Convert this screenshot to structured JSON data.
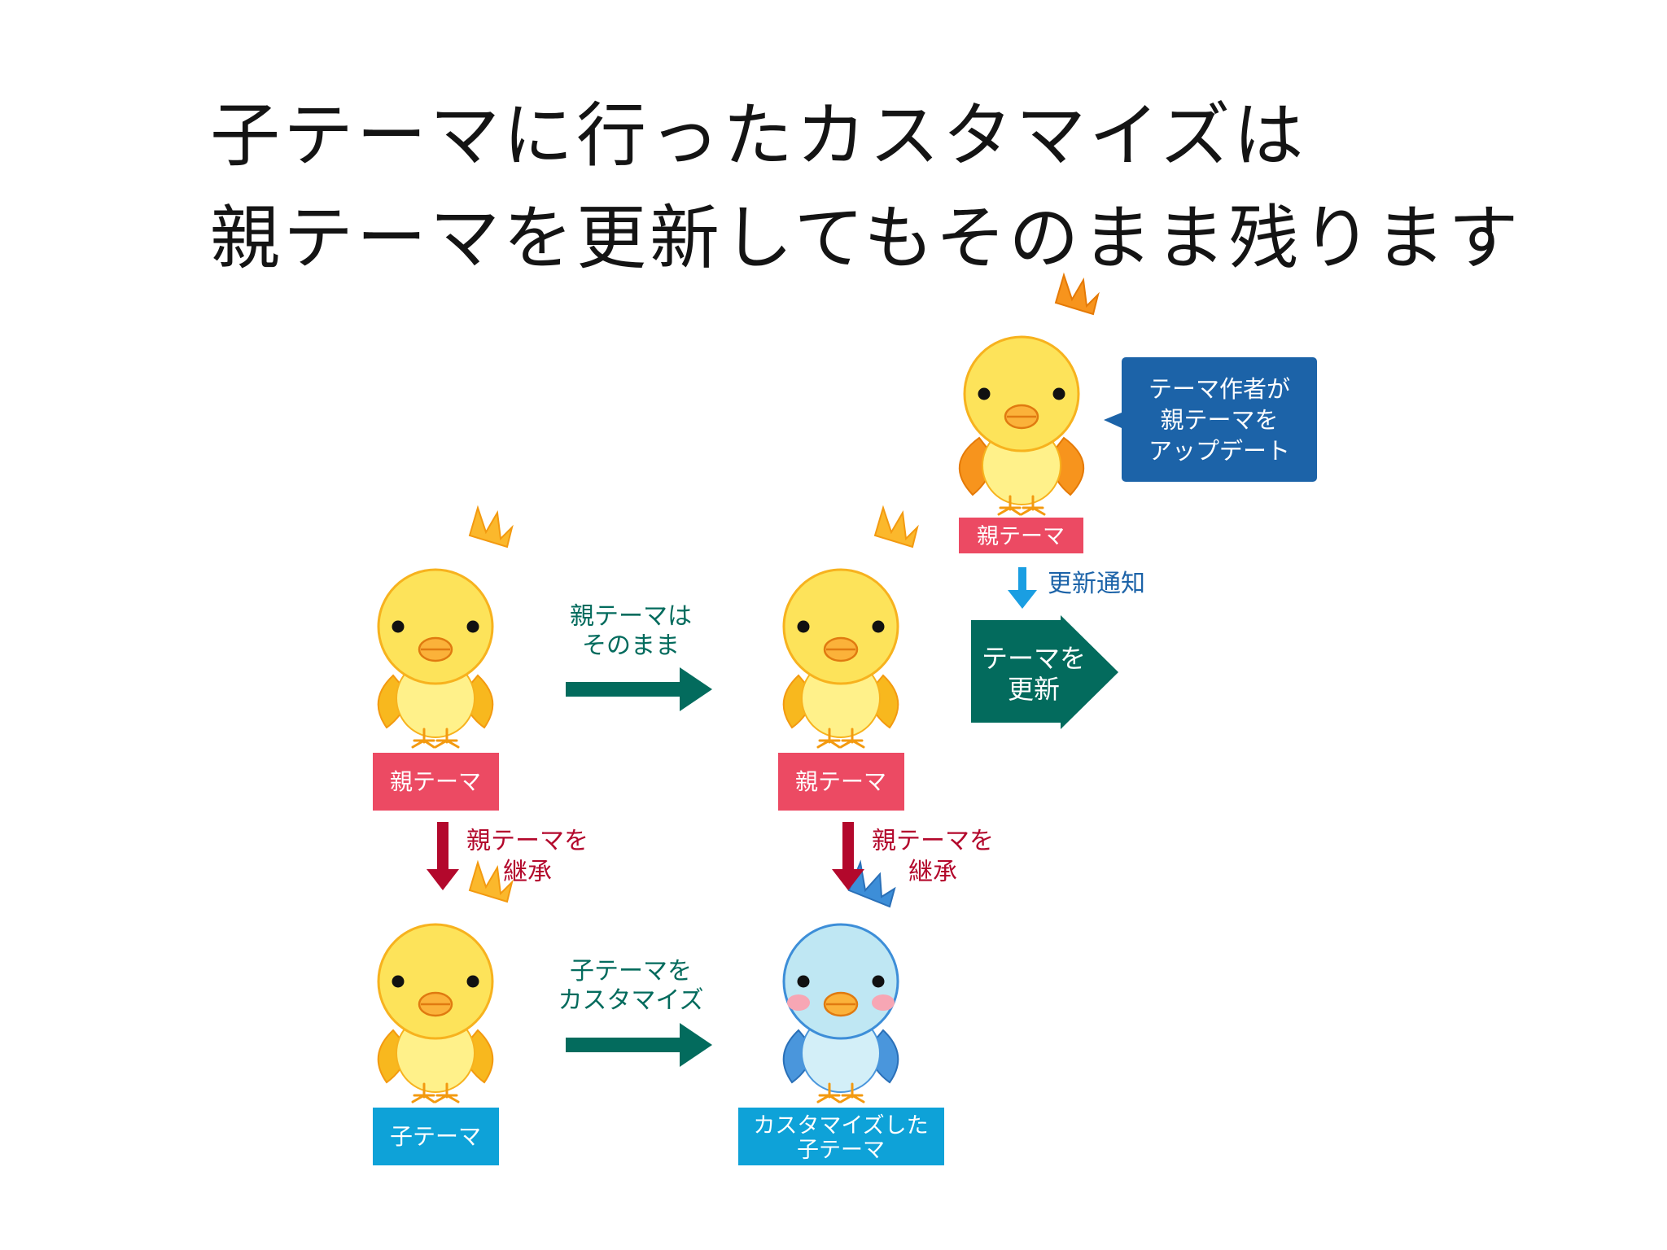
{
  "title": {
    "line1": "子テーマに行ったカスタマイズは",
    "line2": "親テーマを更新してもそのまま残ります"
  },
  "labels": {
    "parent_left": "親テーマ",
    "parent_mid": "親テーマ",
    "parent_top": "親テーマ",
    "child": "子テーマ",
    "custom_child_line1": "カスタマイズした",
    "custom_child_line2": "子テーマ"
  },
  "arrows": {
    "stays_line1": "親テーマは",
    "stays_line2": "そのまま",
    "customize_line1": "子テーマを",
    "customize_line2": "カスタマイズ",
    "inherit_left_line1": "親テーマを",
    "inherit_left_line2": "継承",
    "inherit_right_line1": "親テーマを",
    "inherit_right_line2": "継承",
    "update_notice": "更新通知",
    "update_theme_line1": "テーマを",
    "update_theme_line2": "更新"
  },
  "speech_bubble": {
    "line1": "テーマ作者が",
    "line2": "親テーマを",
    "line3": "アップデート"
  },
  "colors": {
    "parent_label": "#ec4a63",
    "child_label": "#0ea2d8",
    "green_arrow": "#036b5d",
    "red_arrow": "#b3082c",
    "blue_arrow": "#1a9ee2",
    "bubble": "#1c63a8",
    "chick_yellow": "#fde35a",
    "chick_orange": "#f49a1a",
    "bird_blue": "#bfe7f3"
  }
}
